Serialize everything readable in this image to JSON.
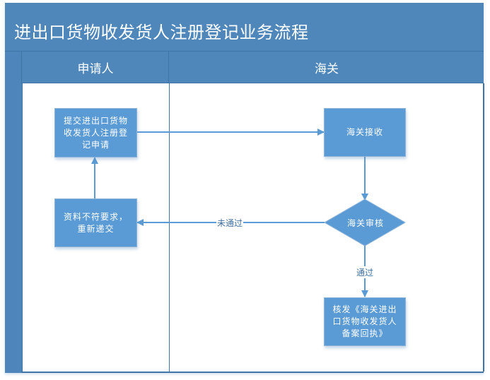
{
  "title": "进出口货物收发货人注册登记业务流程",
  "lanes": [
    {
      "label": "申请人"
    },
    {
      "label": "海关"
    }
  ],
  "nodes": {
    "submit": {
      "label": "提交进出口货物收发货人注册登记申请",
      "lane": "申请人",
      "shape": "rectangle"
    },
    "resubmit": {
      "label": "资料不符要求，重新递交",
      "lane": "申请人",
      "shape": "rectangle"
    },
    "receive": {
      "label": "海关接收",
      "lane": "海关",
      "shape": "rectangle"
    },
    "review": {
      "label": "海关审核",
      "lane": "海关",
      "shape": "diamond"
    },
    "issue": {
      "label": "核发《海关进出口货物收发货人备案回执》",
      "lane": "海关",
      "shape": "rectangle"
    }
  },
  "edges": [
    {
      "from": "submit",
      "to": "receive",
      "label": ""
    },
    {
      "from": "receive",
      "to": "review",
      "label": ""
    },
    {
      "from": "review",
      "to": "resubmit",
      "label": "未通过"
    },
    {
      "from": "review",
      "to": "issue",
      "label": "通过"
    },
    {
      "from": "resubmit",
      "to": "submit",
      "label": ""
    }
  ],
  "colors": {
    "header": "#4f87bb",
    "node_fill": "#5b9bd5",
    "edge": "#5b9bd5",
    "edge_label": "#3f6fa0"
  }
}
